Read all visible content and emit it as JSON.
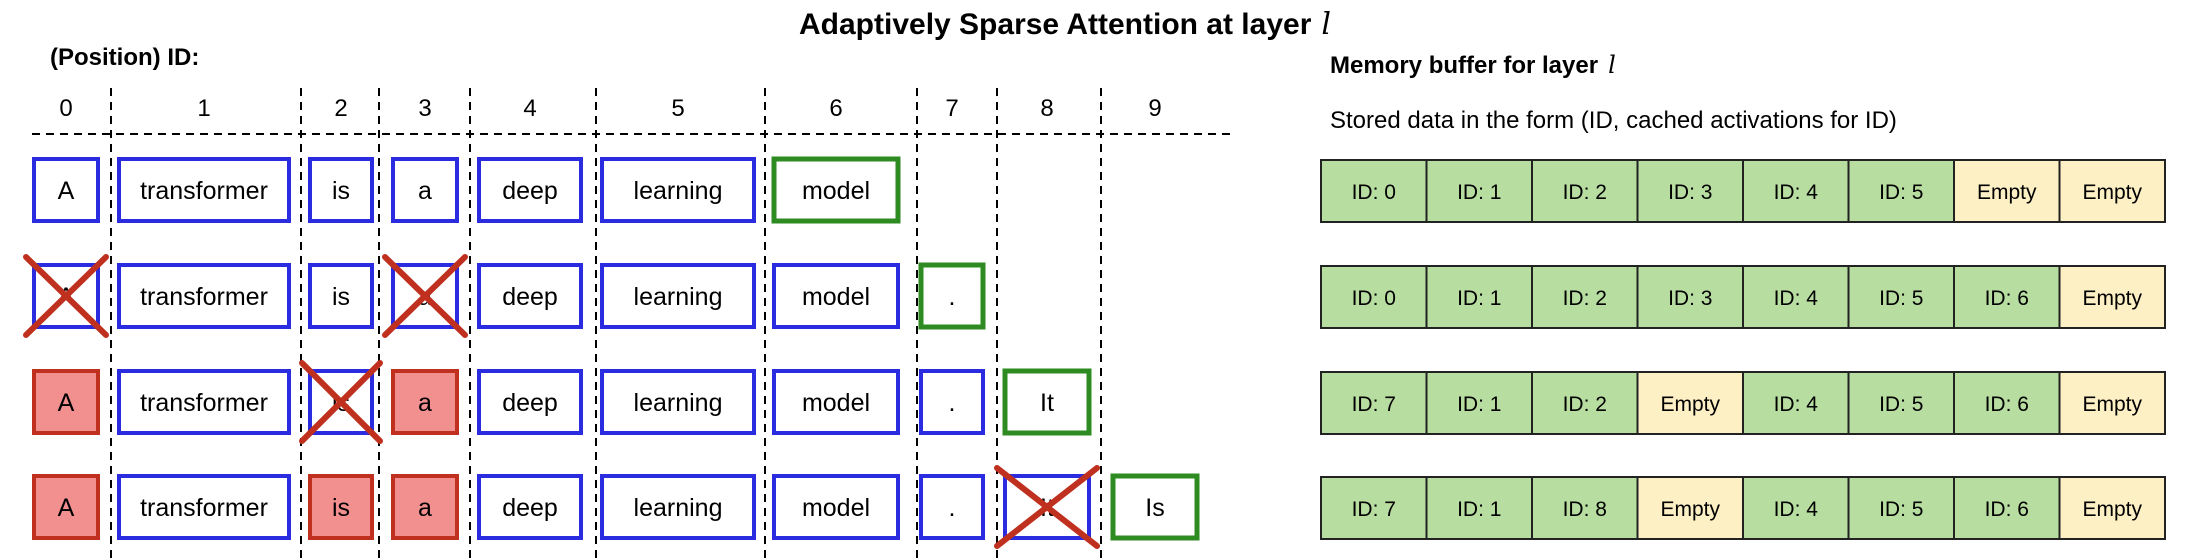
{
  "title": "Adaptively Sparse Attention at layer",
  "title_var": "l",
  "position_heading": "(Position) ID:",
  "memory": {
    "heading": "Memory buffer for layer",
    "heading_var": "l",
    "description": "Stored data in the form (ID, cached activations for ID)",
    "rows": [
      [
        "ID: 0",
        "ID: 1",
        "ID: 2",
        "ID: 3",
        "ID: 4",
        "ID: 5",
        "Empty",
        "Empty"
      ],
      [
        "ID: 0",
        "ID: 1",
        "ID: 2",
        "ID: 3",
        "ID: 4",
        "ID: 5",
        "ID: 6",
        "Empty"
      ],
      [
        "ID: 7",
        "ID: 1",
        "ID: 2",
        "Empty",
        "ID: 4",
        "ID: 5",
        "ID: 6",
        "Empty"
      ],
      [
        "ID: 7",
        "ID: 1",
        "ID: 8",
        "Empty",
        "ID: 4",
        "ID: 5",
        "ID: 6",
        "Empty"
      ]
    ]
  },
  "columns": [
    "0",
    "1",
    "2",
    "3",
    "4",
    "5",
    "6",
    "7",
    "8",
    "9"
  ],
  "rows": [
    [
      {
        "text": "A",
        "state": "active"
      },
      {
        "text": "transformer",
        "state": "active"
      },
      {
        "text": "is",
        "state": "active"
      },
      {
        "text": "a",
        "state": "active"
      },
      {
        "text": "deep",
        "state": "active"
      },
      {
        "text": "learning",
        "state": "active"
      },
      {
        "text": "model",
        "state": "new"
      },
      null,
      null,
      null
    ],
    [
      {
        "text": "A",
        "state": "dropped"
      },
      {
        "text": "transformer",
        "state": "active"
      },
      {
        "text": "is",
        "state": "active"
      },
      {
        "text": "a",
        "state": "dropped"
      },
      {
        "text": "deep",
        "state": "active"
      },
      {
        "text": "learning",
        "state": "active"
      },
      {
        "text": "model",
        "state": "active"
      },
      {
        "text": ".",
        "state": "new"
      },
      null,
      null
    ],
    [
      {
        "text": "A",
        "state": "removed"
      },
      {
        "text": "transformer",
        "state": "active"
      },
      {
        "text": "is",
        "state": "dropped"
      },
      {
        "text": "a",
        "state": "removed"
      },
      {
        "text": "deep",
        "state": "active"
      },
      {
        "text": "learning",
        "state": "active"
      },
      {
        "text": "model",
        "state": "active"
      },
      {
        "text": ".",
        "state": "active"
      },
      {
        "text": "It",
        "state": "new"
      },
      null
    ],
    [
      {
        "text": "A",
        "state": "removed"
      },
      {
        "text": "transformer",
        "state": "active"
      },
      {
        "text": "is",
        "state": "removed"
      },
      {
        "text": "a",
        "state": "removed"
      },
      {
        "text": "deep",
        "state": "active"
      },
      {
        "text": "learning",
        "state": "active"
      },
      {
        "text": "model",
        "state": "active"
      },
      {
        "text": ".",
        "state": "active"
      },
      {
        "text": "It",
        "state": "dropped"
      },
      {
        "text": "Is",
        "state": "new"
      }
    ]
  ],
  "colors": {
    "active_border": "#2b2be0",
    "new_border": "#2e8b22",
    "removed_fill": "#f29090",
    "removed_border": "#c0301f",
    "cross": "#c0301f",
    "memory_filled": "#b7dda0",
    "memory_empty": "#fdf0c4",
    "memory_border": "#222222",
    "divider": "#000000"
  }
}
